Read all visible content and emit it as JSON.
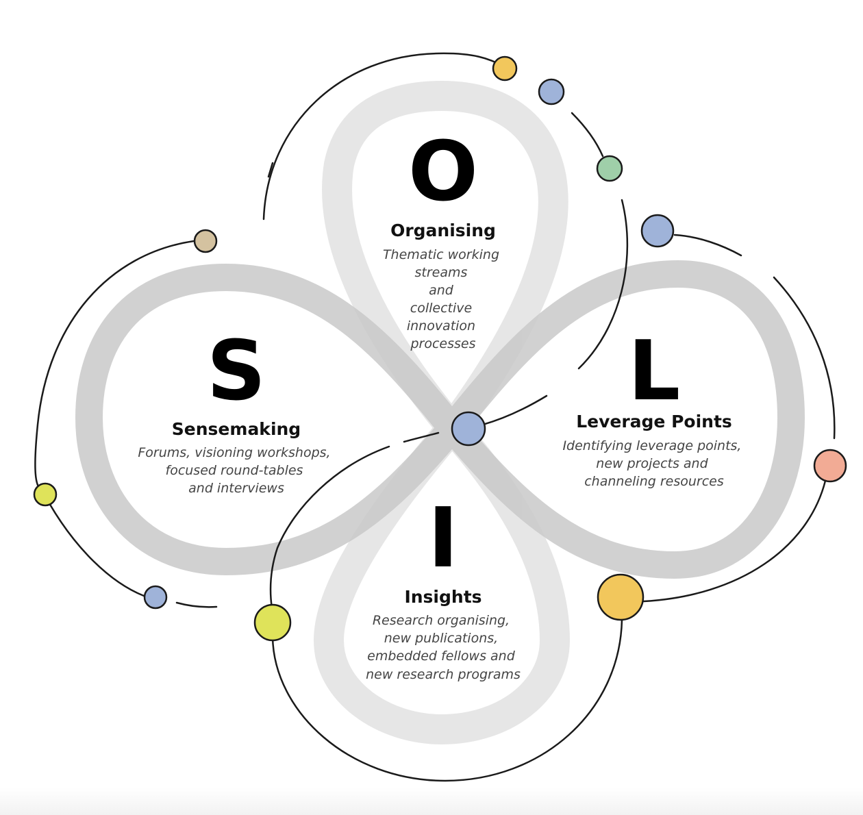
{
  "quadrants": {
    "organising": {
      "letter": "O",
      "title": "Organising",
      "desc": [
        "Thematic working",
        "streams",
        "and",
        "collective",
        "innovation",
        "processes"
      ]
    },
    "sensemaking": {
      "letter": "S",
      "title": "Sensemaking",
      "desc": [
        "Forums, visioning workshops,",
        "focused round-tables",
        "and interviews"
      ]
    },
    "leverage": {
      "letter": "L",
      "title": "Leverage Points",
      "desc": [
        "Identifying leverage points,",
        "new projects and",
        "channeling resources"
      ]
    },
    "insights": {
      "letter": "I",
      "title": "Insights",
      "desc": [
        "Research organising,",
        "new publications,",
        "embedded fellows and",
        "new research programs"
      ]
    }
  },
  "colors": {
    "yellow": "#f2c75c",
    "blue": "#9fb3d9",
    "green": "#9fcfa9",
    "tan": "#d4c2a0",
    "lime": "#dfe35a",
    "salmon": "#f2ab95",
    "loop_dark": "#cfcfcf",
    "loop_light": "#e4e4e4",
    "orbit": "#1a1a1a"
  }
}
